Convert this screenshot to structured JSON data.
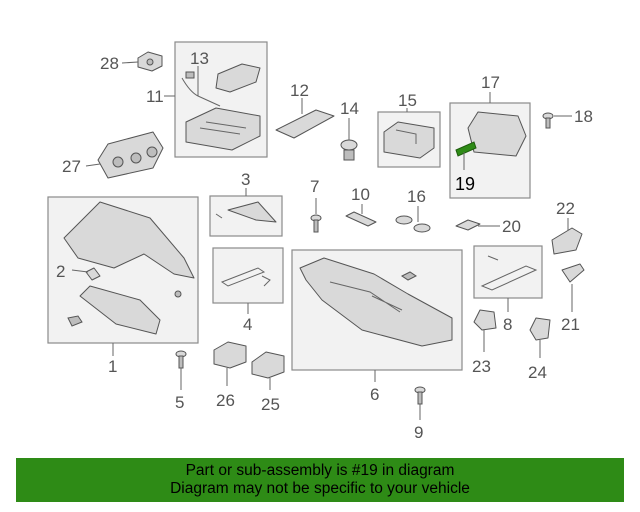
{
  "banner": {
    "line1": "Part or sub-assembly is #19 in diagram",
    "line2": "Diagram may not be specific to your vehicle"
  },
  "highlight_color": "#2e8b16",
  "highlighted_part": "19",
  "callouts": {
    "c1": "1",
    "c2": "2",
    "c3": "3",
    "c4": "4",
    "c5": "5",
    "c6": "6",
    "c7": "7",
    "c8": "8",
    "c9": "9",
    "c10": "10",
    "c11": "11",
    "c12": "12",
    "c13": "13",
    "c14": "14",
    "c15": "15",
    "c16": "16",
    "c17": "17",
    "c18": "18",
    "c19": "19",
    "c20": "20",
    "c21": "21",
    "c22": "22",
    "c23": "23",
    "c24": "24",
    "c25": "25",
    "c26": "26",
    "c27": "27",
    "c28": "28"
  }
}
